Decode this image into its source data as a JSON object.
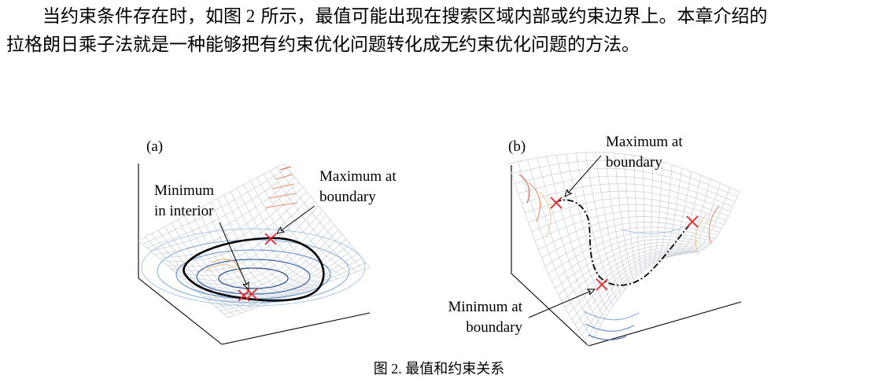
{
  "paragraph": {
    "line1_a": "当约束条件存在时，如",
    "line1_ref": "图 2",
    "line1_b": " 所示，最值可能出现在搜索区域内部或约束边界上。本章介绍的",
    "line2": "拉格朗日乘子法就是一种能够把有约束优化问题转化成无约束优化问题的方法。"
  },
  "figure": {
    "panel_a": {
      "label": "(a)",
      "annotation_min_line1": "Minimum",
      "annotation_min_line2": "in interior",
      "annotation_max_line1": "Maximum at",
      "annotation_max_line2": "boundary"
    },
    "panel_b": {
      "label": "(b)",
      "annotation_max_line1": "Maximum at",
      "annotation_max_line2": "boundary",
      "annotation_min_line1": "Minimum at",
      "annotation_min_line2": "boundary"
    },
    "caption": "图 2. 最值和约束关系",
    "colors": {
      "marker": "#e8252b",
      "mesh": "#c7cdd6",
      "contour_low": "#4f7fbf",
      "contour_high": "#e07a4a",
      "constraint": "#000000"
    }
  }
}
